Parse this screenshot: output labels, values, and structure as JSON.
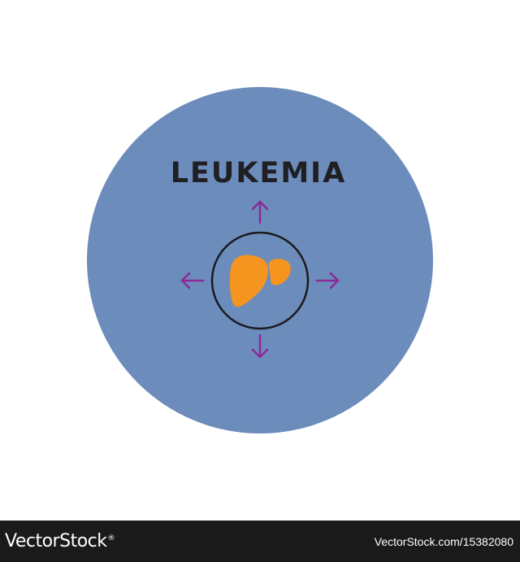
{
  "illustration": {
    "title": "LEUKEMIA",
    "colors": {
      "background_circle": "#6c8cbb",
      "title": "#1f1f24",
      "ring": "#1a1a1f",
      "arrows": "#8a2a9a",
      "organ": "#f5941f"
    },
    "icons": [
      "liver-icon",
      "arrow-up-icon",
      "arrow-down-icon",
      "arrow-left-icon",
      "arrow-right-icon"
    ]
  },
  "footer": {
    "brand": "VectorStock",
    "trademark": "®",
    "stock_url": "VectorStock.com/15382080"
  }
}
